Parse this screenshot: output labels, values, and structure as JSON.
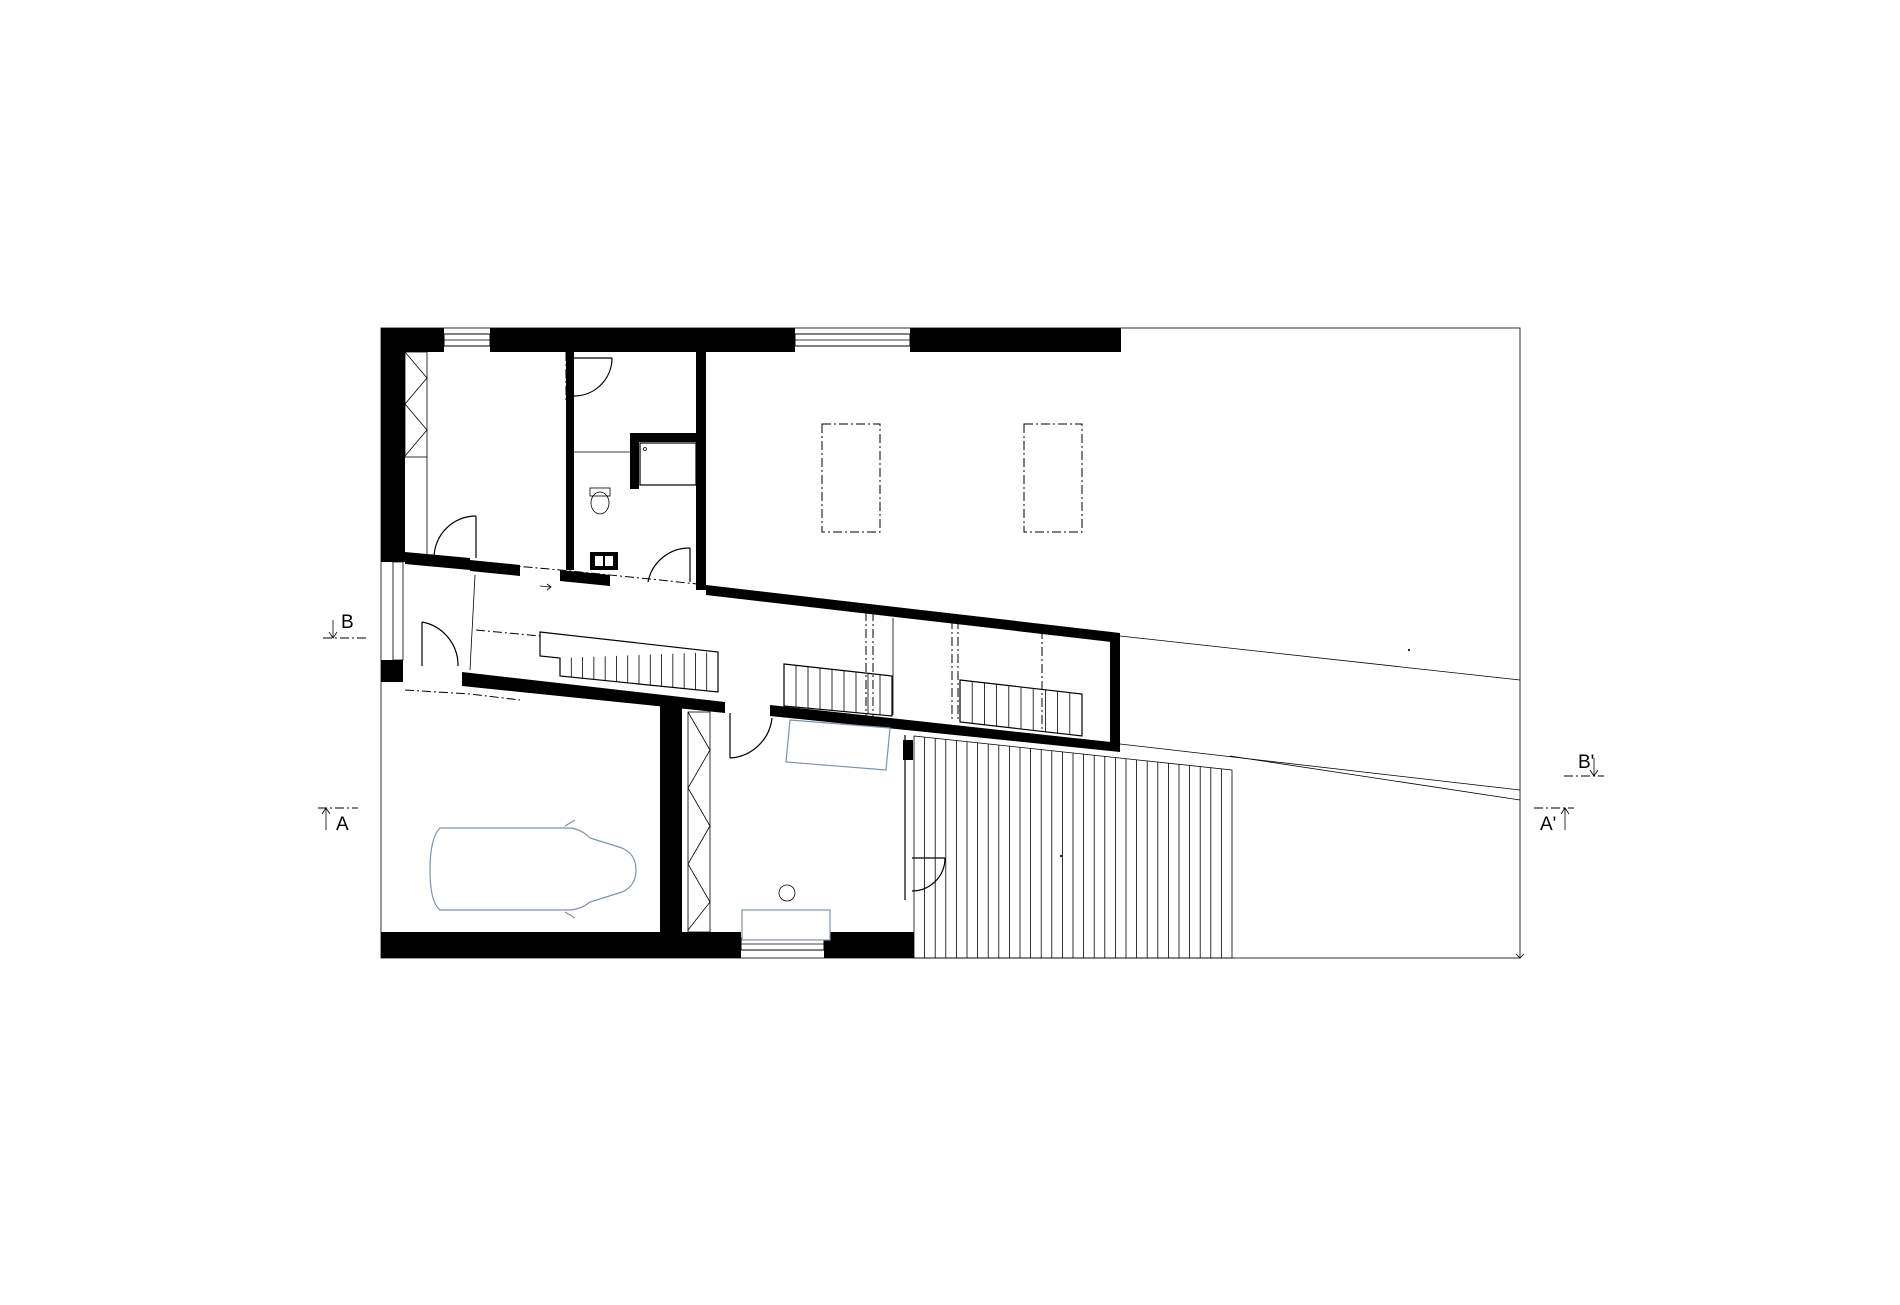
{
  "section_markers": {
    "a_left": "A",
    "a_right": "A'",
    "b_left": "B",
    "b_right": "B'"
  }
}
